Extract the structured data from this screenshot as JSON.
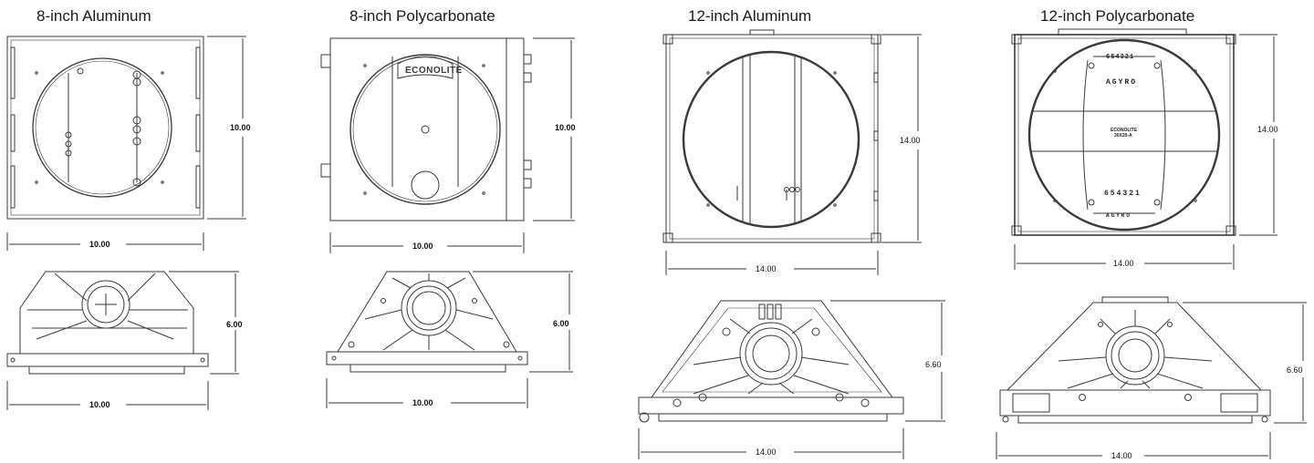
{
  "units": [
    {
      "title": "8-inch Aluminum",
      "top": {
        "width": "10.00",
        "height": "10.00"
      },
      "side": {
        "width": "10.00",
        "height": "6.00"
      }
    },
    {
      "title": "8-inch Polycarbonate",
      "top": {
        "width": "10.00",
        "height": "10.00",
        "logo": "ECONOLITE"
      },
      "side": {
        "width": "10.00",
        "height": "6.00"
      }
    },
    {
      "title": "12-inch Aluminum",
      "top": {
        "width": "14.00",
        "height": "14.00"
      },
      "side": {
        "width": "14.00",
        "height": "6.60"
      }
    },
    {
      "title": "12-inch Polycarbonate",
      "top": {
        "width": "14.00",
        "height": "14.00",
        "mark_top": "AGYRO",
        "mark_code_top": "654321",
        "mark_brand": "ECONOLITE",
        "mark_model": "30X20-A",
        "mark_code_bottom": "654321",
        "mark_bottom": "AGYRO"
      },
      "side": {
        "width": "14.00",
        "height": "6.60"
      }
    }
  ],
  "colors": {
    "line": "#3a3a3a",
    "text": "#111111"
  }
}
